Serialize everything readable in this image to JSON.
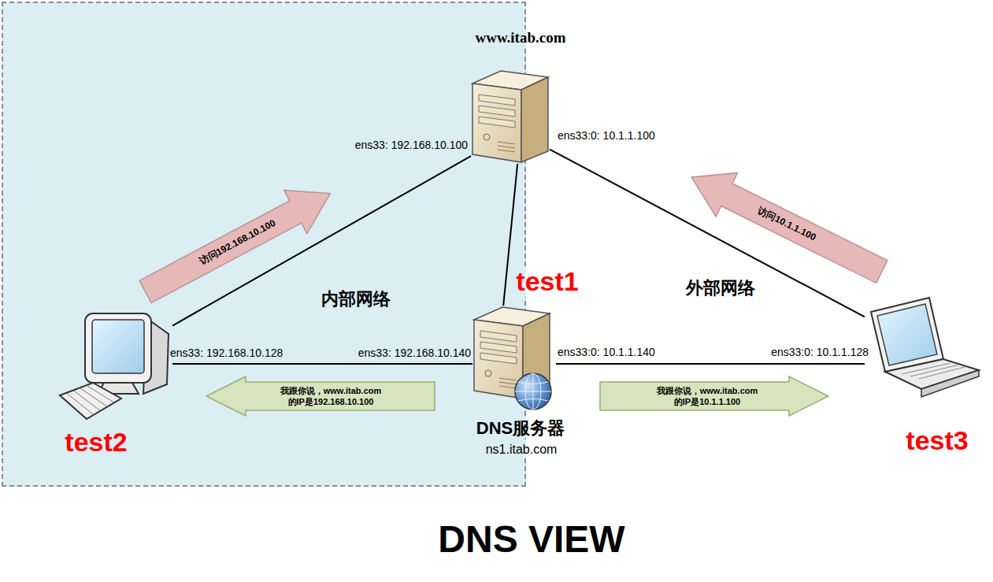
{
  "diagram": {
    "title": "DNS VIEW",
    "nodes": [
      {
        "text": [
          "内部网络"
        ]
      },
      {
        "text": [
          "www.itab.com"
        ]
      },
      {
        "text": [
          "test2"
        ],
        "in": 0
      },
      {
        "text": [
          "test1",
          "DNS服务器",
          "ns1.itab.com"
        ]
      },
      {
        "text": [
          "test3"
        ]
      }
    ],
    "edges": [
      {
        "from": 2,
        "to": 1,
        "arrow": "none"
      },
      {
        "from": 3,
        "to": 1,
        "arrow": "none"
      },
      {
        "from": 1,
        "to": 4,
        "arrow": "none"
      },
      {
        "from": 2,
        "to": 3,
        "arrow": "none"
      },
      {
        "from": 3,
        "to": 4,
        "arrow": "none"
      }
    ],
    "labels": [
      "外部网络",
      "ens33: 192.168.10.100",
      "ens33:0: 10.1.1.100",
      "ens33: 192.168.10.128",
      "ens33: 192.168.10.140",
      "ens33:0: 10.1.1.140",
      "ens33:0: 10.1.1.128",
      "访问192.168.10.100",
      "访问10.1.1.100",
      "我跟你说，www.itab.com 的IP是192.168.10.100",
      "我跟你说，www.itab.com 的IP是10.1.1.100"
    ]
  }
}
